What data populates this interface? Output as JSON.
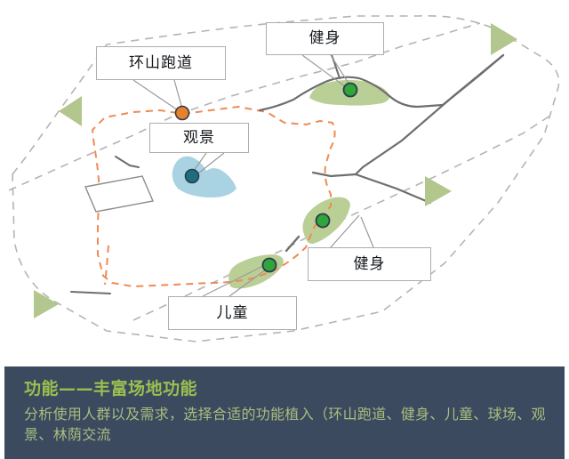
{
  "map": {
    "labels": [
      {
        "id": "ring-track",
        "text": "环山跑道",
        "marker": "orange-dot"
      },
      {
        "id": "gym-top",
        "text": "健身",
        "marker": "green-dot"
      },
      {
        "id": "viewpoint",
        "text": "观景",
        "marker": "teal-dot"
      },
      {
        "id": "gym-right",
        "text": "健身",
        "marker": "green-dot"
      },
      {
        "id": "children",
        "text": "儿童",
        "marker": "green-dot"
      }
    ],
    "markers": [
      {
        "name": "ring-track-marker",
        "fill": "#e8822a",
        "stroke": "#2d3b4e"
      },
      {
        "name": "gym-top-marker",
        "fill": "#2fa53b",
        "stroke": "#2d3b4e"
      },
      {
        "name": "viewpoint-marker",
        "fill": "#1d6d7d",
        "stroke": "#2d3b4e"
      },
      {
        "name": "gym-right-marker",
        "fill": "#2fa53b",
        "stroke": "#2d3b4e"
      },
      {
        "name": "children-marker",
        "fill": "#2fa53b",
        "stroke": "#2d3b4e"
      }
    ],
    "colors": {
      "site_boundary_dash": "#b4b4b4",
      "trail_dash": "#ef8b55",
      "road": "#6e6e6e",
      "green_area": "#bacf95",
      "water": "#a9d3e2",
      "entry_arrow": "#b3c68d",
      "building_outline": "#8c8c8c",
      "label_border": "#adadad",
      "label_fill": "#ffffff"
    },
    "entry_arrows": [
      {
        "name": "entry-arrow-left",
        "direction": "left"
      },
      {
        "name": "entry-arrow-top-right",
        "direction": "right"
      },
      {
        "name": "entry-arrow-right",
        "direction": "right"
      },
      {
        "name": "entry-arrow-bottom-left",
        "direction": "right"
      }
    ]
  },
  "caption": {
    "title": "功能——丰富场地功能",
    "body": "分析使用人群以及需求，选择合适的功能植入（环山跑道、健身、儿童、球场、观景、林荫交流",
    "panel_bg": "#3c4a60",
    "title_color": "#9bbf4f",
    "body_color": "#a9bd7d"
  }
}
